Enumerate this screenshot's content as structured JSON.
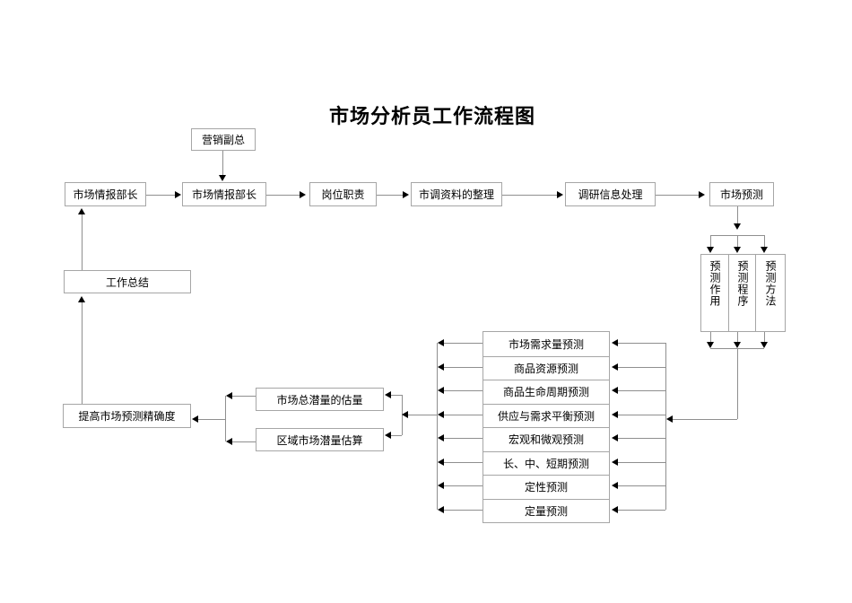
{
  "title": "市场分析员工作流程图",
  "nodes": {
    "marketing_vp": "营销副总",
    "intel_chief_left": "市场情报部长",
    "intel_chief_mid": "市场情报部长",
    "job_duties": "岗位职责",
    "survey_material": "市调资料的整理",
    "research_processing": "调研信息处理",
    "market_forecast": "市场预测",
    "work_summary": "工作总结",
    "improve_accuracy": "提高市场预测精确度",
    "total_potential": "市场总潜量的估量",
    "regional_potential": "区域市场潜量估算",
    "forecast_role": "预测作用",
    "forecast_procedure": "预测程序",
    "forecast_method": "预测方法",
    "forecast_types": [
      "市场需求量预测",
      "商品资源预测",
      "商品生命周期预测",
      "供应与需求平衡预测",
      "宏观和微观预测",
      "长、中、短期预测",
      "定性预测",
      "定量预测"
    ]
  },
  "colors": {
    "background": "#ffffff",
    "box_border": "#a6a6a6",
    "connector_line": "#8f8f8f",
    "arrowhead": "#000000",
    "text": "#000000",
    "title_text": "#000000"
  }
}
